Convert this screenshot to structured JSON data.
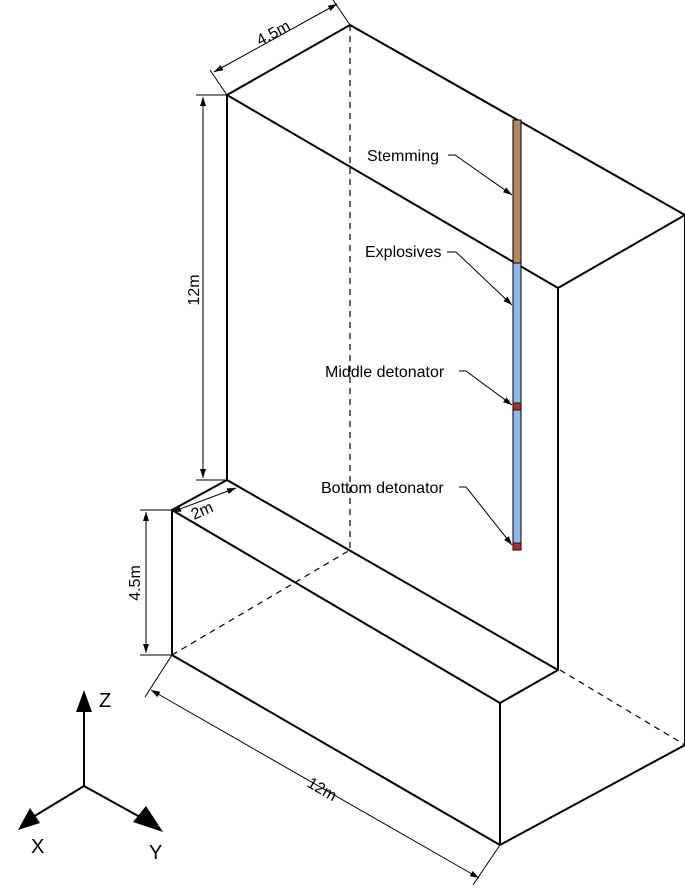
{
  "labels": {
    "stemming": "Stemming",
    "explosives": "Explosives",
    "middle_detonator": "Middle detonator",
    "bottom_detonator": "Bottom detonator"
  },
  "dimensions": {
    "top_width": "4.5m",
    "height_upper": "12m",
    "step_width": "2m",
    "height_lower": "4.5m",
    "length": "12m"
  },
  "axes": {
    "z": "Z",
    "x": "X",
    "y": "Y"
  },
  "colors": {
    "stemming": "#b08a5e",
    "explosives": "#8fb8e8",
    "detonator": "#b03030"
  }
}
